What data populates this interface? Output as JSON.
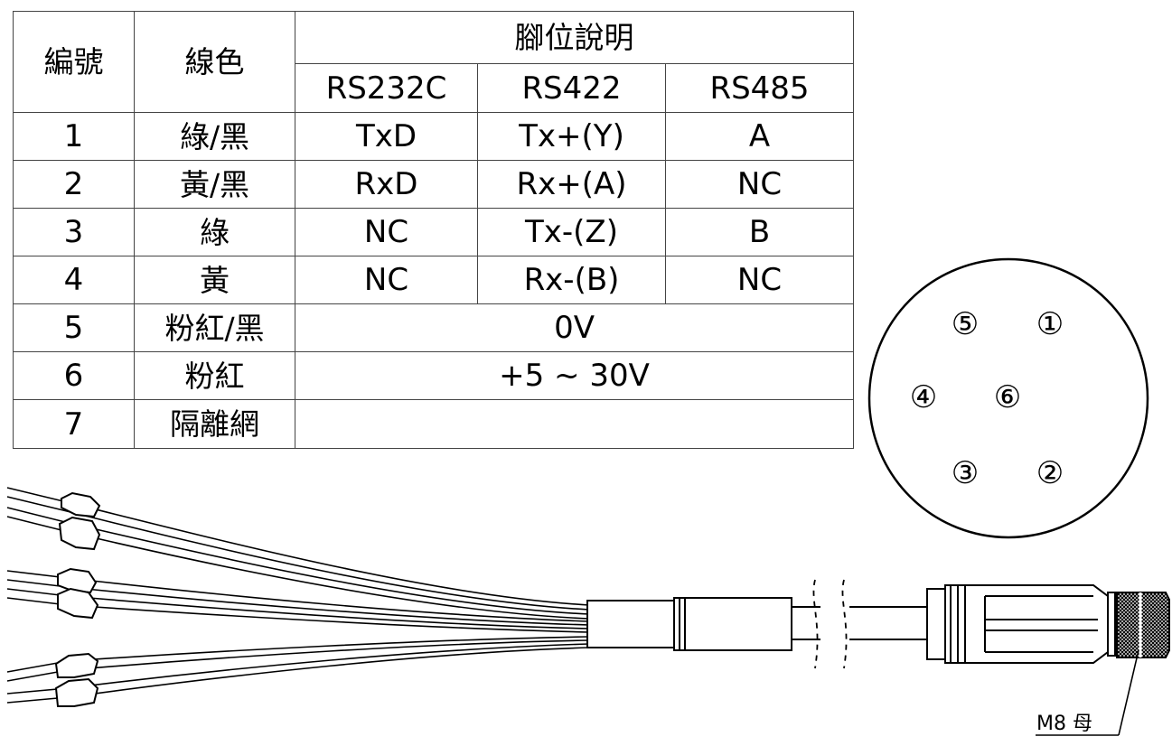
{
  "table": {
    "header": {
      "no": "編號",
      "color": "線色",
      "pin_desc": "腳位說明",
      "rs232c": "RS232C",
      "rs422": "RS422",
      "rs485": "RS485"
    },
    "rows": [
      {
        "no": "1",
        "color": "綠/黑",
        "rs232c": "TxD",
        "rs422": "Tx+(Y)",
        "rs485": "A"
      },
      {
        "no": "2",
        "color": "黃/黑",
        "rs232c": "RxD",
        "rs422": "Rx+(A)",
        "rs485": "NC"
      },
      {
        "no": "3",
        "color": "綠",
        "rs232c": "NC",
        "rs422": "Tx-(Z)",
        "rs485": "B"
      },
      {
        "no": "4",
        "color": "黃",
        "rs232c": "NC",
        "rs422": "Rx-(B)",
        "rs485": "NC"
      },
      {
        "no": "5",
        "color": "粉紅/黑",
        "merged": "0V"
      },
      {
        "no": "6",
        "color": "粉紅",
        "merged": "+5 ~ 30V"
      },
      {
        "no": "7",
        "color": "隔離網",
        "merged": ""
      }
    ]
  },
  "connector_face": {
    "pins": [
      "⑤",
      "①",
      "④",
      "⑥",
      "③",
      "②"
    ]
  },
  "cable": {
    "connector_label": "M8 母"
  }
}
